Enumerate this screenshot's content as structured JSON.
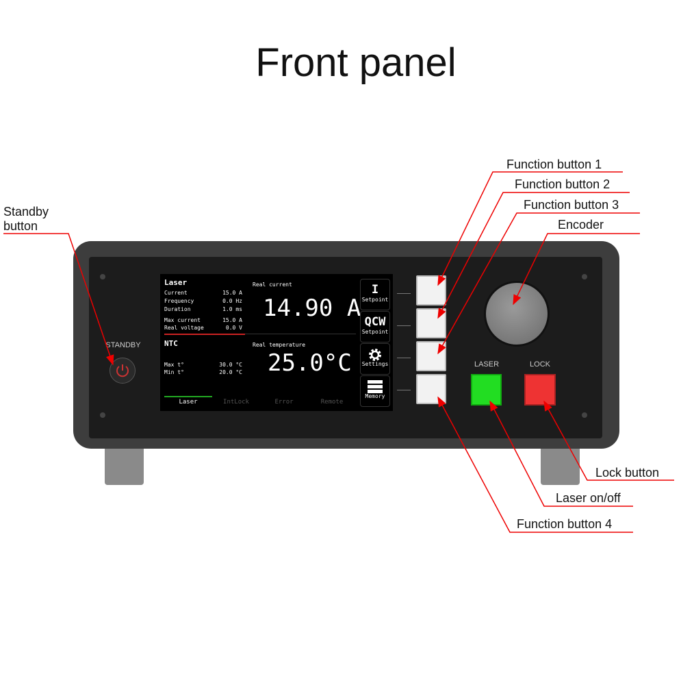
{
  "title": "Front panel",
  "callouts": {
    "standby": "Standby\nbutton",
    "fb1": "Function button 1",
    "fb2": "Function button 2",
    "fb3": "Function button 3",
    "encoder": "Encoder",
    "lock": "Lock button",
    "laser": "Laser on/off",
    "fb4": "Function button 4"
  },
  "panel": {
    "standby_label": "STANDBY",
    "laser_label": "LASER",
    "lock_label": "LOCK",
    "colors": {
      "laser": "#22dd22",
      "lock": "#ee3333",
      "callout": "#e00000"
    }
  },
  "screen": {
    "laser_title": "Laser",
    "laser_rows": [
      [
        "Current",
        "15.0 A"
      ],
      [
        "Frequency",
        "0.0 Hz"
      ],
      [
        "Duration",
        "1.0 ms"
      ],
      [
        "Max  current",
        "15.0 A"
      ],
      [
        "Real voltage",
        "0.0 V"
      ]
    ],
    "ntc_title": "NTC",
    "ntc_rows": [
      [
        "Max t°",
        "30.0 °C"
      ],
      [
        "Min t°",
        "20.0 °C"
      ]
    ],
    "real_current_label": "Real current",
    "real_current": "14.90 A",
    "real_temp_label": "Real temperature",
    "real_temp": "25.0°C",
    "keys": [
      {
        "top": "I",
        "bottom": "Setpoint"
      },
      {
        "top": "QCW",
        "bottom": "Setpoint"
      },
      {
        "top": "gear-icon",
        "bottom": "Settings"
      },
      {
        "top": "memory-icon",
        "bottom": "Memory"
      }
    ],
    "tabs": [
      "Laser",
      "IntLock",
      "Error",
      "Remote"
    ]
  }
}
